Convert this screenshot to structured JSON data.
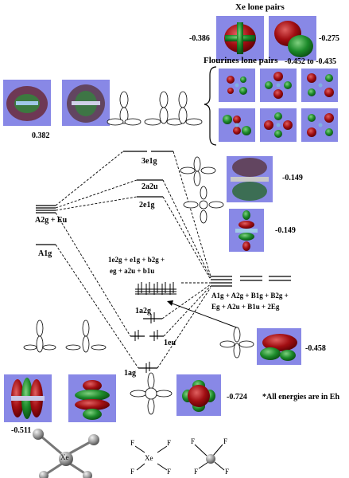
{
  "labels": {
    "xe_lone_pairs_title": "Xe lone pairs",
    "xe_lp_energy_left": "-0.386",
    "xe_lp_energy_right": "-0.275",
    "f_lone_pairs_title": "Flourines lone pairs",
    "f_lp_range": "-0.452 to -0.435",
    "energy_0382": "0.382",
    "level_3e1g": "3e1g",
    "level_2a2u": "2a2u",
    "level_2e1g": "2e1g",
    "energy_0149_top": "-0.149",
    "energy_0149_bottom": "-0.149",
    "left_group_a2g_eu": "A2g + Eu",
    "left_group_a1g": "A1g",
    "center_line1": "1e2g + e1g + b2g +",
    "center_line2": "eg + a2u + b1u",
    "right_line1": "A1g + A2g + B1g + B2g +",
    "right_line2": "Eg + A2u + B1u + 2Eg",
    "level_1a2g": "1a2g",
    "level_1eu": "1eu",
    "level_1ag": "1ag",
    "energy_0458": "-0.458",
    "energy_0724": "-0.724",
    "energy_0511": "-0.511",
    "units_note": "*All energies are in Eh",
    "atom_f": "F",
    "atom_xe": "Xe"
  }
}
